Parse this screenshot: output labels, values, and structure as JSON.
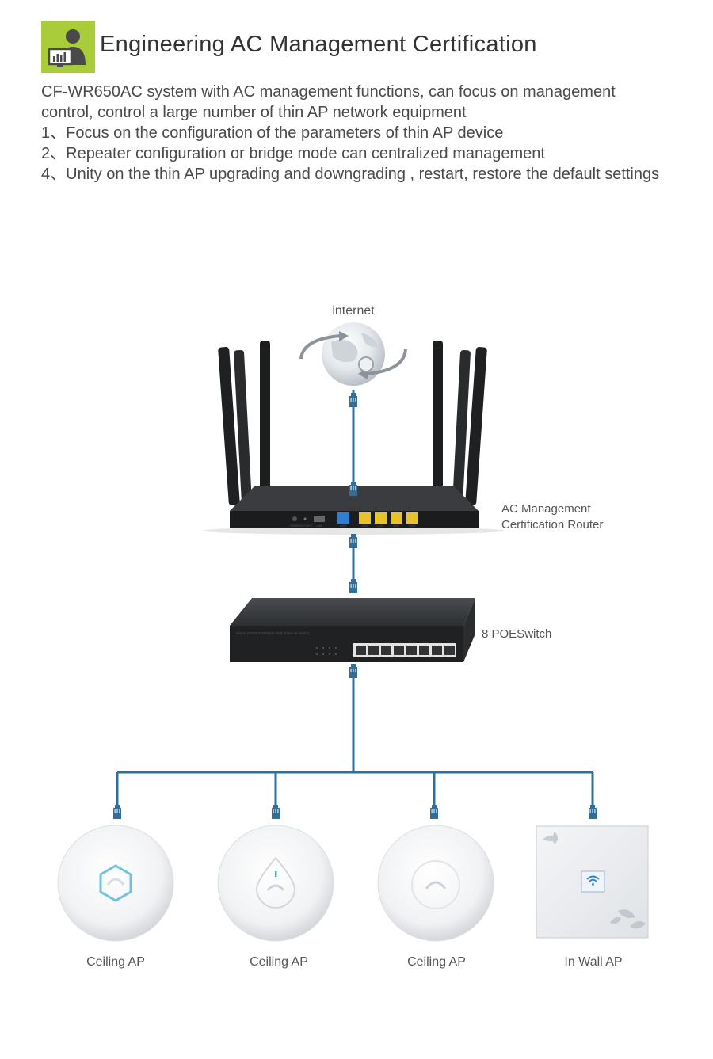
{
  "header": {
    "title": "Engineering AC Management Certification",
    "accent_color": "#a9cd3a",
    "icon": "user-computer-icon"
  },
  "description": {
    "intro": [
      "CF-WR650AC system with AC management functions, can focus on management",
      "control, control a large number of thin AP network equipment"
    ],
    "points": [
      "1、Focus on the configuration of the parameters of thin AP device",
      "2、Repeater configuration or bridge mode can centralized management",
      "4、Unity on the thin AP upgrading and downgrading , restart, restore the default settings"
    ]
  },
  "diagram": {
    "internet_label": "internet",
    "router_label_lines": [
      "AC Management",
      "Certification Router"
    ],
    "router_port_labels": [
      "POWER",
      "RST/WPS",
      "USB",
      "WAN",
      "LAN1",
      "LAN2",
      "LAN3",
      "LAN4"
    ],
    "switch_label": "8 POESwitch",
    "switch_front_text": "8-Port 10/100/1000Mbps PoE Ethernet Switch",
    "cable_color": "#2f6f9a",
    "access_points": [
      {
        "label": "Ceiling AP",
        "kind": "hexagon"
      },
      {
        "label": "Ceiling AP",
        "kind": "drop"
      },
      {
        "label": "Ceiling AP",
        "kind": "plain"
      },
      {
        "label": "In Wall AP",
        "kind": "panel"
      }
    ]
  }
}
